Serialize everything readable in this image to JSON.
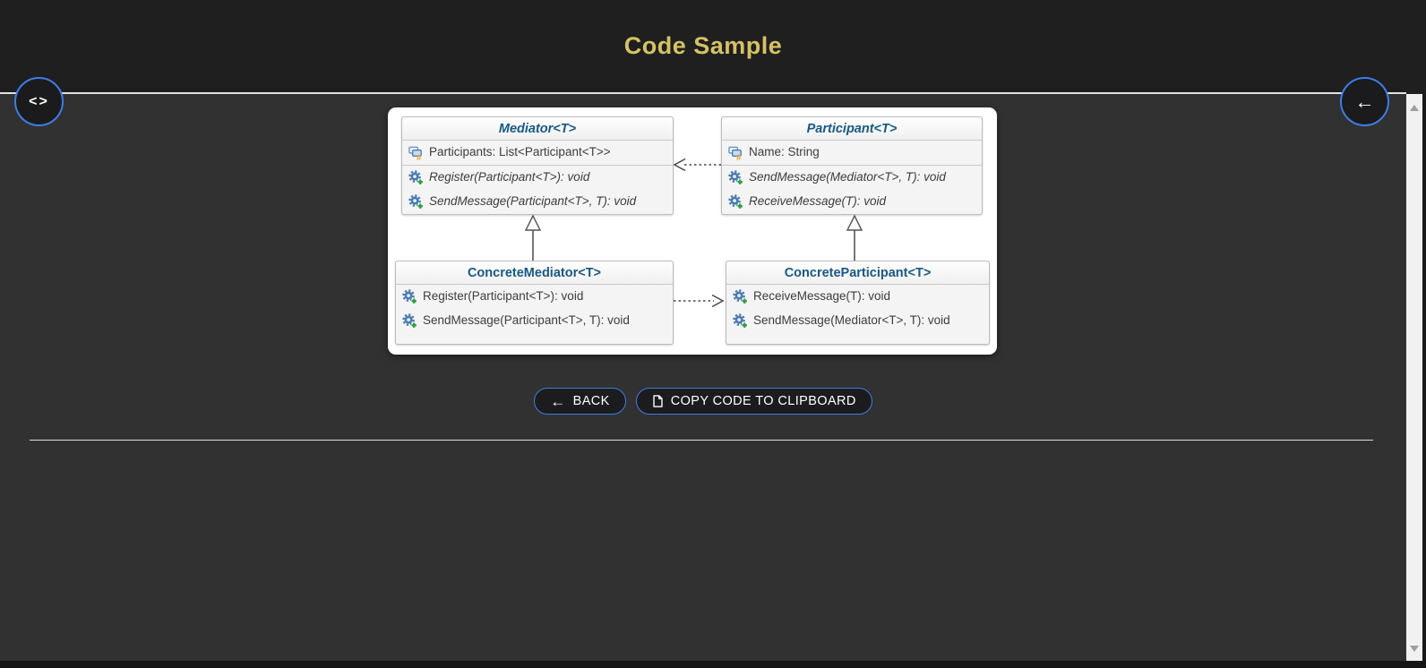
{
  "header": {
    "title": "Code Sample"
  },
  "floating": {
    "code_button_icon": "<>",
    "back_button_icon": "←"
  },
  "diagram": {
    "classes": [
      {
        "name": "Mediator<T>",
        "stereotype": "abstract",
        "fields": [
          {
            "text": "Participants: List<Participant<T>>"
          }
        ],
        "methods": [
          {
            "text": "Register(Participant<T>): void"
          },
          {
            "text": "SendMessage(Participant<T>, T): void"
          }
        ]
      },
      {
        "name": "Participant<T>",
        "stereotype": "abstract",
        "fields": [
          {
            "text": "Name: String"
          }
        ],
        "methods": [
          {
            "text": "SendMessage(Mediator<T>, T): void"
          },
          {
            "text": "ReceiveMessage(T): void"
          }
        ]
      },
      {
        "name": "ConcreteMediator<T>",
        "stereotype": "concrete",
        "fields": [],
        "methods": [
          {
            "text": "Register(Participant<T>): void"
          },
          {
            "text": "SendMessage(Participant<T>, T): void"
          }
        ]
      },
      {
        "name": "ConcreteParticipant<T>",
        "stereotype": "concrete",
        "fields": [],
        "methods": [
          {
            "text": "ReceiveMessage(T): void"
          },
          {
            "text": "SendMessage(Mediator<T>, T): void"
          }
        ]
      }
    ]
  },
  "actions": {
    "back": {
      "label": "BACK",
      "icon": "←"
    },
    "copy": {
      "label": "COPY CODE TO CLIPBOARD"
    }
  },
  "colors": {
    "accent_blue": "#3e7de6",
    "title_gold": "#d5c263",
    "class_title_blue": "#175985",
    "header_bg": "#1f1f20",
    "main_bg": "#313131"
  }
}
